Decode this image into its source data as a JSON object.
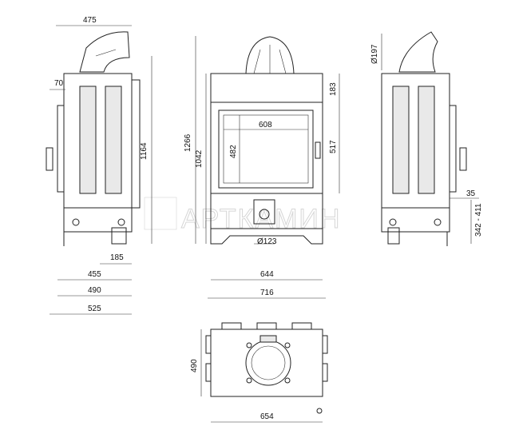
{
  "watermark": "АРТКАМИН",
  "colors": {
    "line": "#222222",
    "panel": "#e9e9e9",
    "watermark": "#d6d6d6"
  },
  "dimensions": {
    "left_top_width": "475",
    "left_offset": "70",
    "left_height": "1164",
    "left_185": "185",
    "left_455": "455",
    "left_490": "490",
    "left_525": "525",
    "front_height": "1266",
    "front_1042": "1042",
    "front_183": "183",
    "front_517": "517",
    "front_608": "608",
    "front_482": "482",
    "front_flue": "Ø123",
    "front_644": "644",
    "front_716": "716",
    "right_flue": "Ø197",
    "right_35": "35",
    "right_range": "342 - 411",
    "top_depth": "490",
    "top_width": "654"
  }
}
